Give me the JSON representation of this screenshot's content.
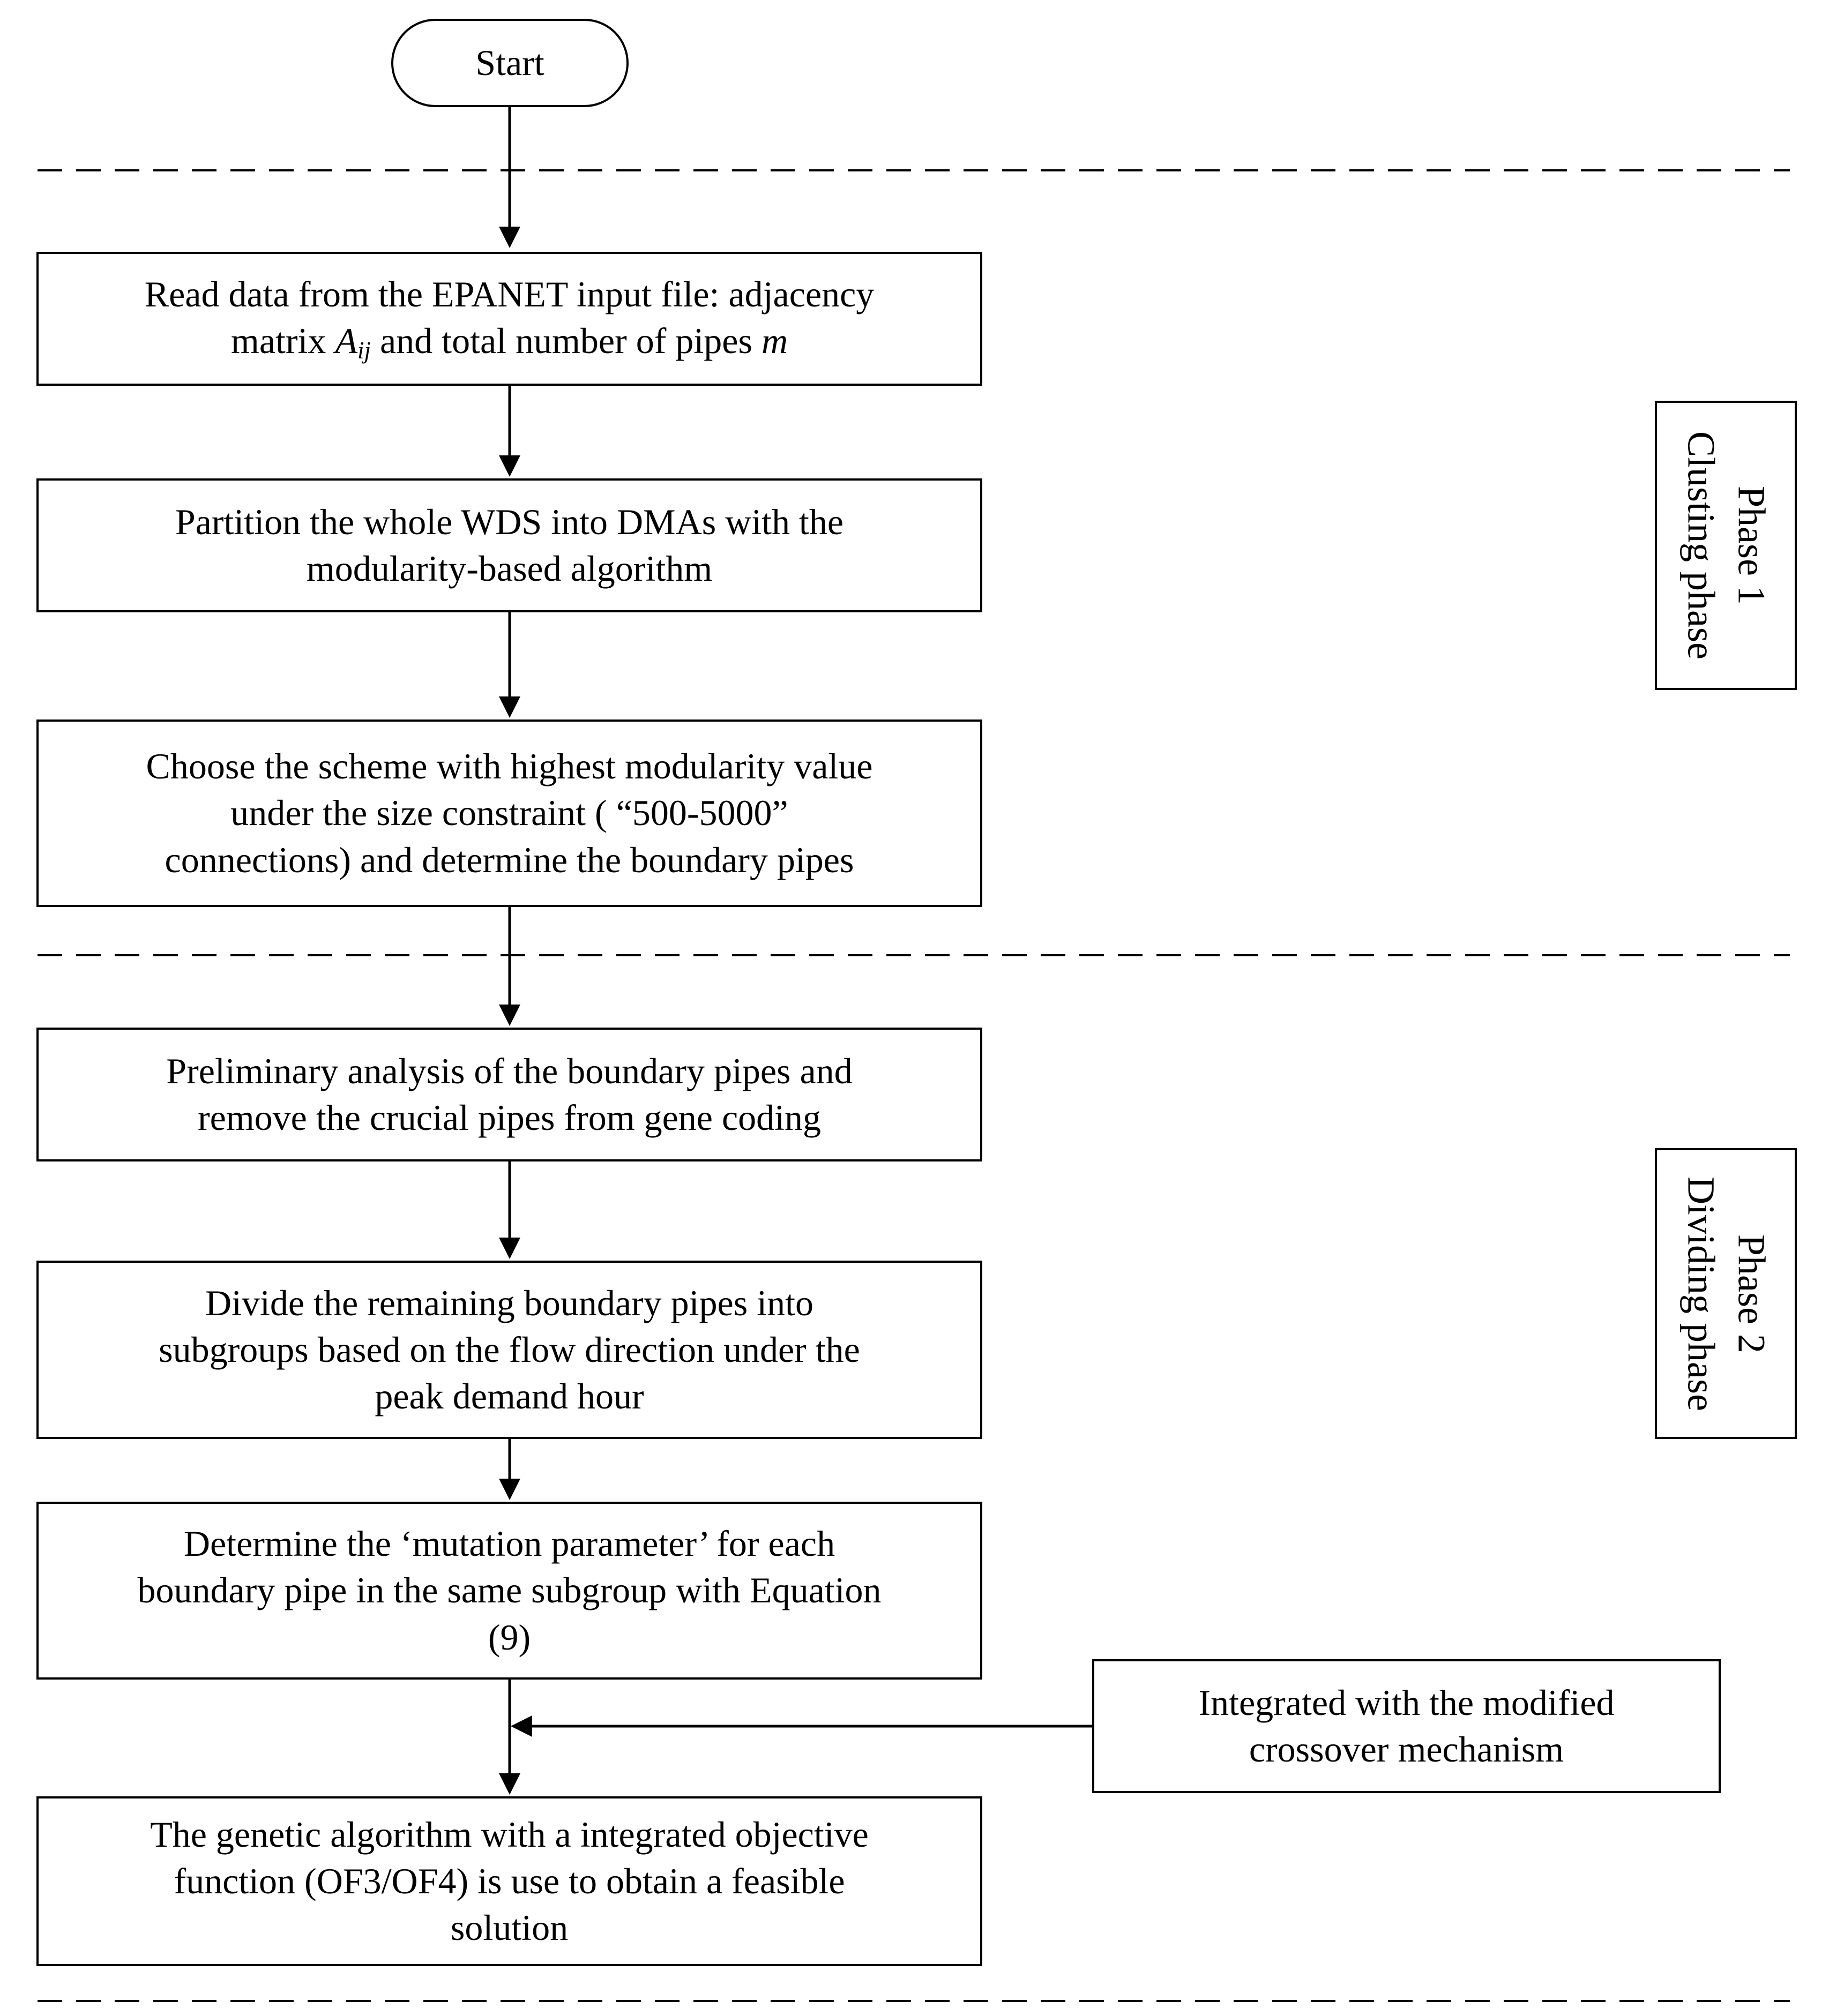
{
  "start": {
    "label": "Start"
  },
  "phase1": {
    "line1": "Phase 1",
    "line2": "Clusting phase"
  },
  "phase2": {
    "line1": "Phase 2",
    "line2": "Dividing phase"
  },
  "steps": {
    "read": {
      "line1": "Read data from the EPANET input file: adjacency",
      "line2_a": "matrix ",
      "line2_symbol": "A",
      "line2_sub": "ij",
      "line2_b": " and total number of pipes ",
      "line2_var": "m"
    },
    "partition": {
      "line1": "Partition the whole WDS into DMAs with the",
      "line2": "modularity-based algorithm"
    },
    "choose": {
      "line1": "Choose the scheme with highest modularity value",
      "line2": "under the size constraint ( “500-5000”",
      "line3": "connections) and determine the boundary pipes"
    },
    "preliminary": {
      "line1": "Preliminary analysis of the boundary pipes and",
      "line2": "remove the crucial pipes from gene coding"
    },
    "divide": {
      "line1": "Divide the remaining boundary pipes into",
      "line2": "subgroups based on the flow direction under the",
      "line3": "peak demand hour"
    },
    "mutation": {
      "line1": "Determine the ‘mutation parameter’ for each",
      "line2": "boundary pipe in the same subgroup with Equation",
      "line3": "(9)"
    },
    "genetic": {
      "line1": "The genetic algorithm with a integrated objective",
      "line2": "function (OF3/OF4) is use to obtain a feasible",
      "line3": "solution"
    },
    "crossover": {
      "line1": "Integrated with the modified",
      "line2": "crossover mechanism"
    }
  }
}
